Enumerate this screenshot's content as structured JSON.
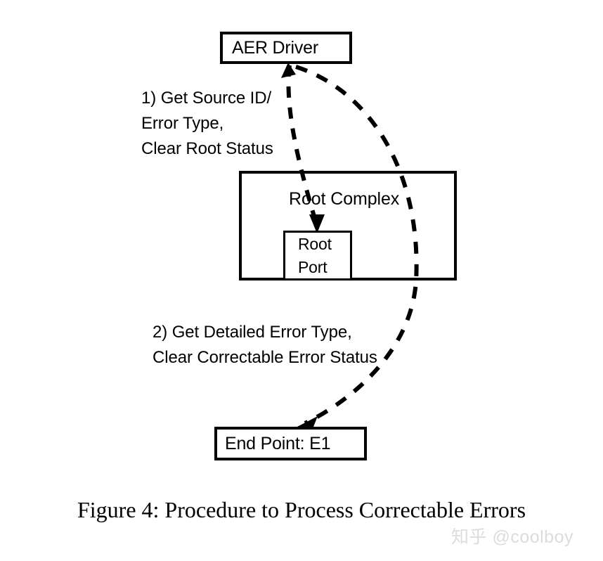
{
  "figure": {
    "caption": "Figure 4: Procedure to Process Correctable Errors",
    "watermark": "知乎 @coolboy",
    "ink_color": "#000000",
    "background_color": "#ffffff",
    "watermark_color": "#dcdcdc"
  },
  "nodes": {
    "aer_driver": {
      "label": "AER Driver"
    },
    "root_complex": {
      "label": "Root Complex"
    },
    "root_port": {
      "line1": "Root",
      "line2": "Port"
    },
    "end_point": {
      "label": "End Point: E1"
    }
  },
  "annotations": {
    "step1": {
      "line1": "1) Get Source ID/",
      "line2": "Error Type,",
      "line3": "Clear Root Status"
    },
    "step2": {
      "line1": "2) Get Detailed Error Type,",
      "line2": "Clear Correctable Error Status"
    }
  },
  "edges": [
    {
      "name": "root-port-to-aer-driver",
      "from": "root_port",
      "to": "aer_driver",
      "style": "dashed",
      "arrow_at": "aer_driver"
    },
    {
      "name": "aer-driver-to-root-port",
      "from": "aer_driver",
      "to": "root_port",
      "style": "dashed",
      "arrow_at": "root_port"
    },
    {
      "name": "aer-driver-to-end-point",
      "from": "aer_driver",
      "to": "end_point",
      "style": "dashed",
      "arrow_at": "end_point"
    }
  ]
}
